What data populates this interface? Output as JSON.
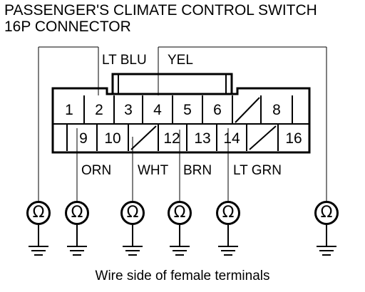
{
  "title_line1": "PASSENGER'S CLIMATE CONTROL SWITCH",
  "title_line2": "16P CONNECTOR",
  "wire_labels": {
    "lt_blu": "LT BLU",
    "yel": "YEL",
    "orn": "ORN",
    "wht": "WHT",
    "brn": "BRN",
    "lt_grn": "LT GRN"
  },
  "pins_top": [
    "1",
    "2",
    "3",
    "4",
    "5",
    "6",
    "8"
  ],
  "pins_bottom": [
    "9",
    "10",
    "12",
    "13",
    "14",
    "16"
  ],
  "ohm_symbol": "Ω",
  "caption": "Wire side of female terminals"
}
